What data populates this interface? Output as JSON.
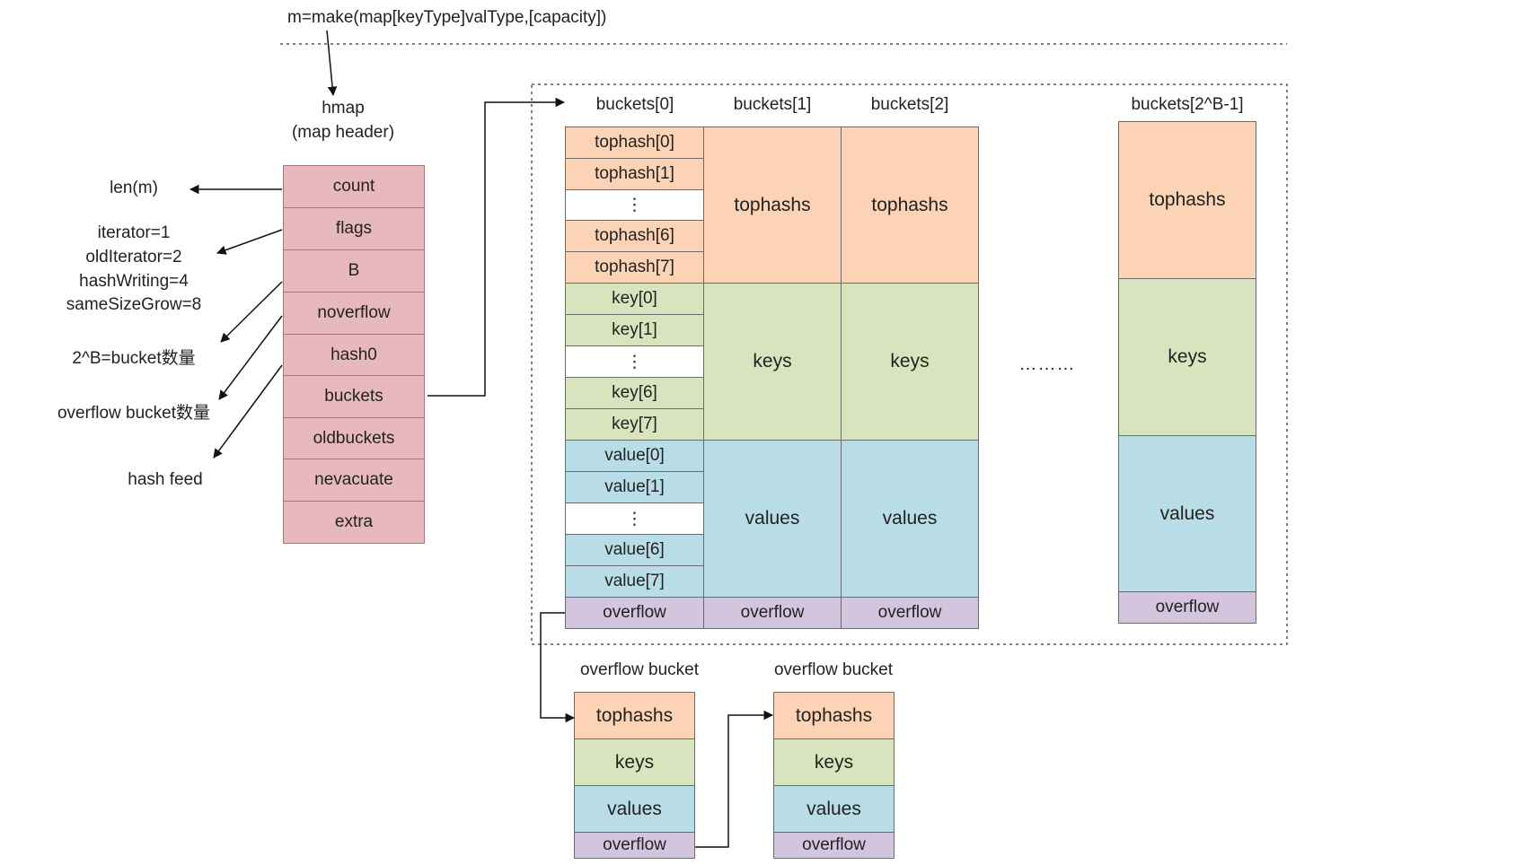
{
  "make_call": "m=make(map[keyType]valType,[capacity])",
  "hmap": {
    "title": "hmap",
    "subtitle": "(map header)",
    "fields": [
      "count",
      "flags",
      "B",
      "noverflow",
      "hash0",
      "buckets",
      "oldbuckets",
      "nevacuate",
      "extra"
    ]
  },
  "annotations": {
    "len": "len(m)",
    "flags_values": [
      "iterator=1",
      "oldIterator=2",
      "hashWriting=4",
      "sameSizeGrow=8"
    ],
    "b_note": "2^B=bucket数量",
    "noverflow_note": "overflow bucket数量",
    "hash0_note": "hash feed"
  },
  "buckets": {
    "headers": [
      "buckets[0]",
      "buckets[1]",
      "buckets[2]",
      "buckets[2^B-1]"
    ],
    "bucket0": {
      "tophash": [
        "tophash[0]",
        "tophash[1]",
        "⋮",
        "tophash[6]",
        "tophash[7]"
      ],
      "keys": [
        "key[0]",
        "key[1]",
        "⋮",
        "key[6]",
        "key[7]"
      ],
      "values": [
        "value[0]",
        "value[1]",
        "⋮",
        "value[6]",
        "value[7]"
      ],
      "overflow": "overflow"
    },
    "section_labels": {
      "tophashs": "tophashs",
      "keys": "keys",
      "values": "values",
      "overflow": "overflow"
    },
    "ellipsis": "………"
  },
  "overflow_buckets": {
    "title": "overflow bucket",
    "sections": [
      "tophashs",
      "keys",
      "values",
      "overflow"
    ]
  },
  "colors": {
    "hmap_field": "#e7b9bd",
    "tophash": "#fcd3b4",
    "key": "#d8e4bd",
    "value": "#b8dde6",
    "overflow": "#d4c5de"
  }
}
